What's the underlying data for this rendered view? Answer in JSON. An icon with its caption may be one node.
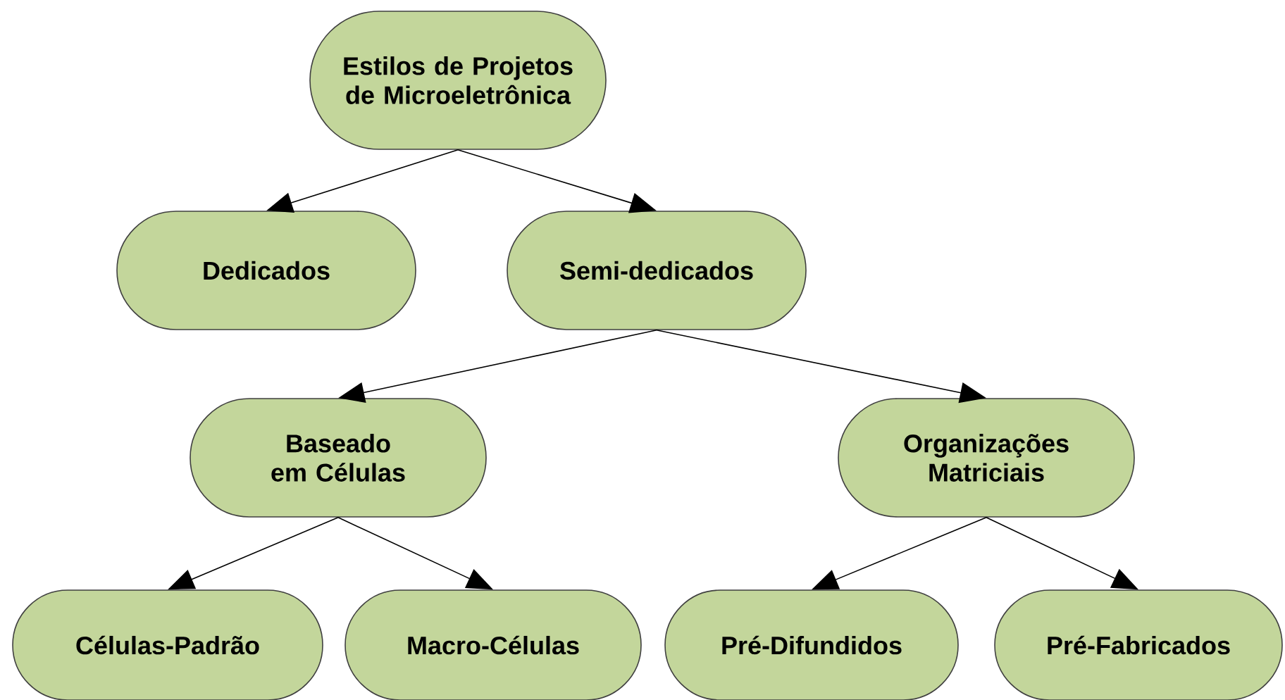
{
  "diagram": {
    "nodes": [
      {
        "text": [
          "Estilos de Projetos de Microeletrônica"
        ]
      },
      {
        "text": [
          "Dedicados"
        ]
      },
      {
        "text": [
          "Semi-dedicados"
        ]
      },
      {
        "text": [
          "Baseado em Células"
        ]
      },
      {
        "text": [
          "Organizações Matriciais"
        ]
      },
      {
        "text": [
          "Células-Padrão"
        ]
      },
      {
        "text": [
          "Macro-Células"
        ]
      },
      {
        "text": [
          "Pré-Difundidos"
        ]
      },
      {
        "text": [
          "Pré-Fabricados"
        ]
      }
    ],
    "edges": [
      {
        "from": 0,
        "to": 1,
        "arrow": "to"
      },
      {
        "from": 0,
        "to": 2,
        "arrow": "to"
      },
      {
        "from": 2,
        "to": 3,
        "arrow": "to"
      },
      {
        "from": 2,
        "to": 4,
        "arrow": "to"
      },
      {
        "from": 3,
        "to": 5,
        "arrow": "to"
      },
      {
        "from": 3,
        "to": 6,
        "arrow": "to"
      },
      {
        "from": 4,
        "to": 7,
        "arrow": "to"
      },
      {
        "from": 4,
        "to": 8,
        "arrow": "to"
      }
    ]
  }
}
